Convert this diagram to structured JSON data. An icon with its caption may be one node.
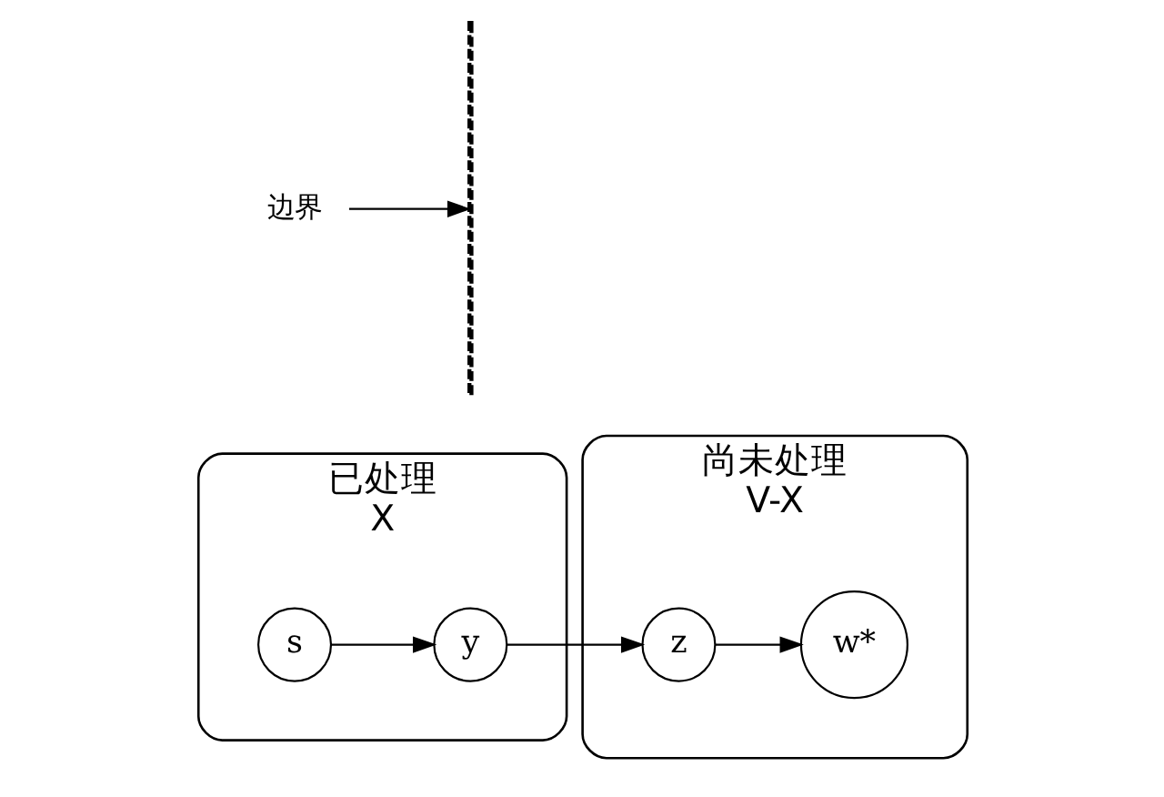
{
  "diagram": {
    "nodes": [
      {
        "text": [
          "已处理",
          "X"
        ]
      },
      {
        "text": [
          "s"
        ],
        "in": 0
      },
      {
        "text": [
          "y"
        ],
        "in": 0
      },
      {
        "text": [
          "尚未处理",
          "V-X"
        ]
      },
      {
        "text": [
          "z"
        ],
        "in": 3
      },
      {
        "text": [
          "w*"
        ],
        "in": 3
      },
      {
        "text": [],
        "shape": "line"
      },
      {
        "text": [
          "边界"
        ]
      }
    ],
    "edges": [
      {
        "from": 1,
        "to": 2,
        "arrow": "to"
      },
      {
        "from": 2,
        "to": 4,
        "arrow": "to"
      },
      {
        "from": 4,
        "to": 5,
        "arrow": "to"
      },
      {
        "from": 7,
        "to": 6,
        "arrow": "to"
      }
    ]
  }
}
